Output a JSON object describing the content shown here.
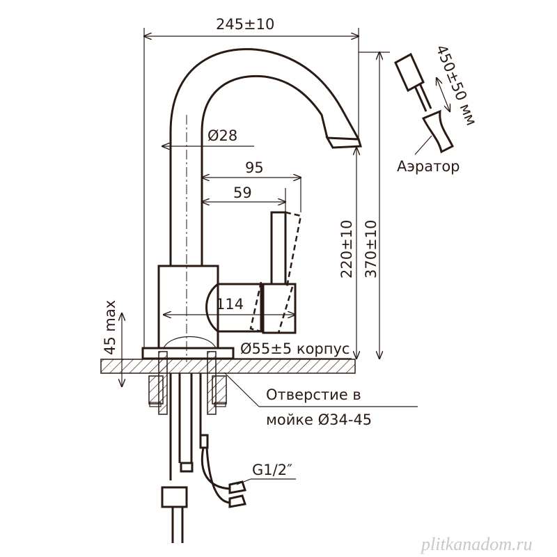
{
  "dimensions": {
    "overall_width": "245±10",
    "pipe_diameter": "Ø28",
    "reach_95": "95",
    "reach_59": "59",
    "lever_length": "114",
    "body_diameter": "Ø55±5 корпус",
    "spout_height": "220±10",
    "total_height": "370±10",
    "counter_thickness": "45 max",
    "pull_out_length": "450±50 мм"
  },
  "labels": {
    "aerator": "Аэратор",
    "hole_line1": "Отверстие в",
    "hole_line2": "мойке Ø34-45",
    "thread": "G1/2″"
  },
  "watermark": "plitkanadom.ru"
}
